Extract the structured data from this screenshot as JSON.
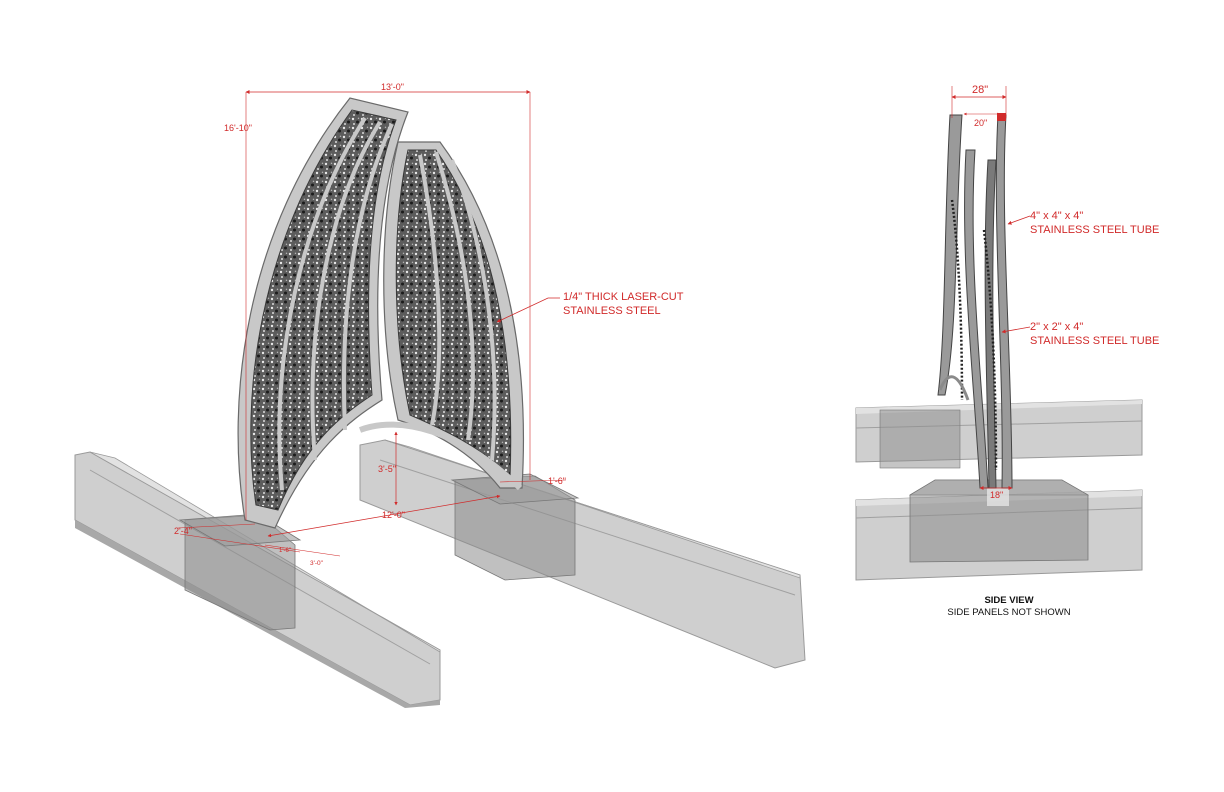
{
  "colors": {
    "dimension": "#d12a2a",
    "steel_panel": "#8c8c8c",
    "steel_edge": "#c9c9c9",
    "concrete": "#b9b9b9",
    "concrete_dark": "#8a8a8a",
    "background": "#ffffff"
  },
  "front_view": {
    "dimensions": {
      "overall_width": "13'-0\"",
      "overall_height": "16'-10\"",
      "arch_clearance": "3'-5\"",
      "base_span": "12'-0\"",
      "footing_width": "2'-4\"",
      "footing_small": "1'-6\"",
      "footing_depth": "3'-0\"",
      "right_offset": "1'-6\""
    },
    "callout_material": {
      "line1": "1/4\" THICK LASER-CUT",
      "line2": "STAINLESS STEEL"
    }
  },
  "side_view": {
    "dimensions": {
      "top_outer": "28\"",
      "top_inner": "20\"",
      "base": "18\""
    },
    "callout_tube_large": {
      "line1": "4\" x 4\" x 4\"",
      "line2": "STAINLESS STEEL TUBE"
    },
    "callout_tube_small": {
      "line1": "2\" x 2\" x 4\"",
      "line2": "STAINLESS STEEL TUBE"
    },
    "caption": {
      "title": "SIDE VIEW",
      "subtitle": "SIDE PANELS NOT SHOWN"
    }
  }
}
